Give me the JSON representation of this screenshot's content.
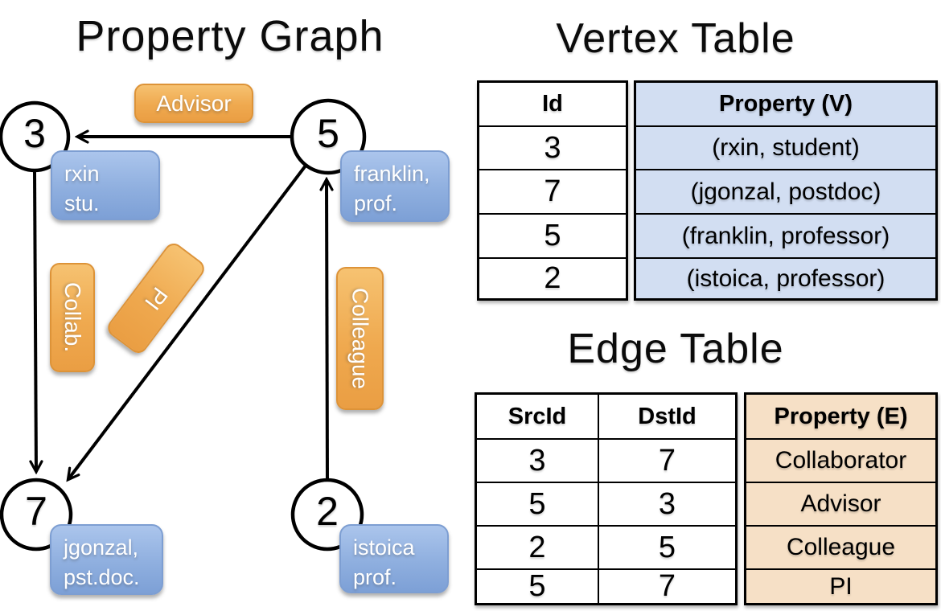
{
  "graph": {
    "title": "Property Graph",
    "nodes": [
      {
        "id": "3"
      },
      {
        "id": "5"
      },
      {
        "id": "7"
      },
      {
        "id": "2"
      }
    ],
    "vertex_properties": [
      {
        "line1": "rxin",
        "line2": "stu."
      },
      {
        "line1": "franklin,",
        "line2": "prof."
      },
      {
        "line1": "jgonzal,",
        "line2": "pst.doc."
      },
      {
        "line1": "istoica",
        "line2": "prof."
      }
    ],
    "edge_labels": [
      {
        "label": "Advisor"
      },
      {
        "label": "Collab."
      },
      {
        "label": "PI"
      },
      {
        "label": "Colleague"
      }
    ],
    "edges": [
      {
        "from": "5",
        "to": "3",
        "label": "Advisor"
      },
      {
        "from": "3",
        "to": "7",
        "label": "Collab."
      },
      {
        "from": "5",
        "to": "7",
        "label": "PI"
      },
      {
        "from": "2",
        "to": "5",
        "label": "Colleague"
      }
    ]
  },
  "vertex_table": {
    "title": "Vertex Table",
    "columns": [
      "Id",
      "Property (V)"
    ],
    "rows": [
      [
        "3",
        "(rxin, student)"
      ],
      [
        "7",
        "(jgonzal, postdoc)"
      ],
      [
        "5",
        "(franklin, professor)"
      ],
      [
        "2",
        "(istoica, professor)"
      ]
    ]
  },
  "edge_table": {
    "title": "Edge Table",
    "columns": [
      "SrcId",
      "DstId",
      "Property (E)"
    ],
    "rows": [
      [
        "3",
        "7",
        "Collaborator"
      ],
      [
        "5",
        "3",
        "Advisor"
      ],
      [
        "2",
        "5",
        "Colleague"
      ],
      [
        "5",
        "7",
        "PI"
      ]
    ]
  },
  "colors": {
    "edge_box_orange": "#efa94f",
    "vertex_box_blue": "#8fafdf",
    "vertex_cell_bg": "#d2def2",
    "edge_cell_bg": "#f6e0c6",
    "line": "#000000",
    "text_on_box": "#ffffff"
  }
}
